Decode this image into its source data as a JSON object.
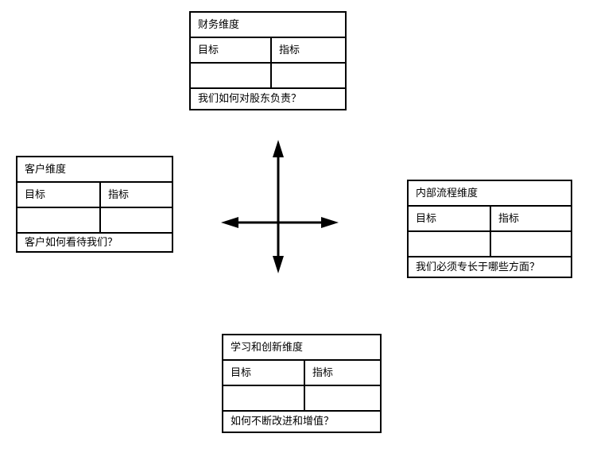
{
  "diagram": {
    "type": "balanced-scorecard",
    "column_headers": {
      "objective": "目标",
      "measure": "指标"
    },
    "center": {
      "icon": "four-way-arrow-cross",
      "arrows": [
        "up",
        "down",
        "left",
        "right"
      ],
      "color": "#000000"
    },
    "perspectives": [
      {
        "id": "financial",
        "position": "top",
        "title": "财务维度",
        "objective_header": "目标",
        "measure_header": "指标",
        "objective_value": "",
        "measure_value": "",
        "question": "我们如何对股东负责？"
      },
      {
        "id": "customer",
        "position": "left",
        "title": "客户维度",
        "objective_header": "目标",
        "measure_header": "指标",
        "objective_value": "",
        "measure_value": "",
        "question": "客户如何看待我们？"
      },
      {
        "id": "internal-process",
        "position": "right",
        "title": "内部流程维度",
        "objective_header": "目标",
        "measure_header": "指标",
        "objective_value": "",
        "measure_value": "",
        "question": "我们必须专长于哪些方面？"
      },
      {
        "id": "learning-innovation",
        "position": "bottom",
        "title": "学习和创新维度",
        "objective_header": "目标",
        "measure_header": "指标",
        "objective_value": "",
        "measure_value": "",
        "question": "如何不断改进和增值？"
      }
    ]
  },
  "colors": {
    "border": "#000000",
    "background": "#ffffff",
    "text": "#000000"
  }
}
